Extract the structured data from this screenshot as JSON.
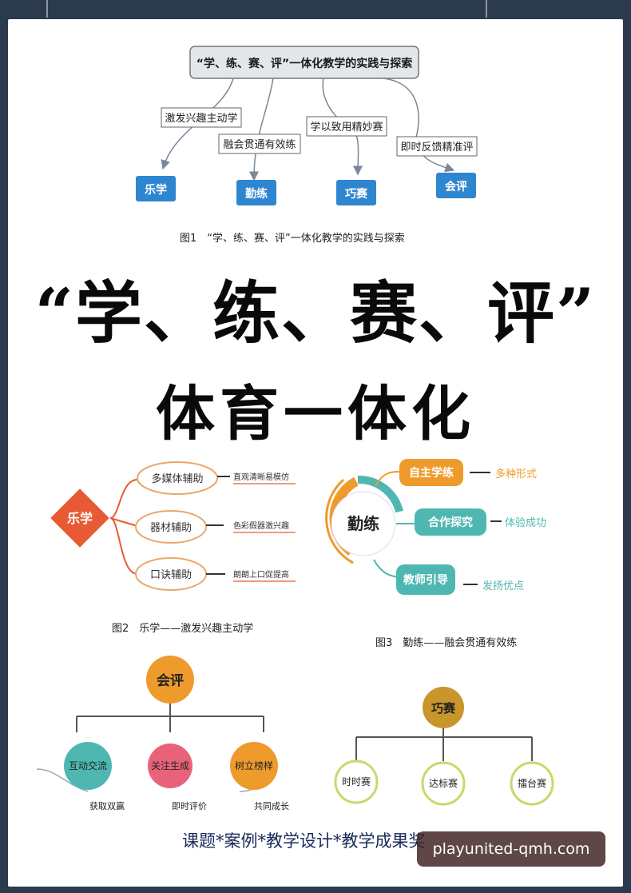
{
  "fig1": {
    "root": "“学、练、赛、评”一体化教学的实践与探索",
    "branches": [
      {
        "label": "激发兴趣主动学",
        "target": "乐学"
      },
      {
        "label": "融会贯通有效练",
        "target": "勤练"
      },
      {
        "label": "学以致用精妙赛",
        "target": "巧赛"
      },
      {
        "label": "即时反馈精准评",
        "target": "会评"
      }
    ],
    "caption": "图1　“学、练、赛、评”一体化教学的实践与探索"
  },
  "title": {
    "main": "“学、练、赛、评”",
    "sub": "体育一体化"
  },
  "fig2": {
    "center": "乐学",
    "items": [
      {
        "label": "多媒体辅助",
        "note": "直观清晰易模仿"
      },
      {
        "label": "器材辅助",
        "note": "色彩假器激兴趣"
      },
      {
        "label": "口诀辅助",
        "note": "朗朗上口促提高"
      }
    ],
    "caption": "图2　乐学——激发兴趣主动学"
  },
  "fig3": {
    "center": "勤练",
    "items": [
      {
        "label": "自主学练",
        "note": "多种形式"
      },
      {
        "label": "合作探究",
        "note": "体验成功"
      },
      {
        "label": "教师引导",
        "note": "发扬优点"
      }
    ],
    "caption": "图3　勤练——融会贯通有效练"
  },
  "fig4": {
    "center": "会评",
    "items": [
      {
        "label": "互动交流",
        "note": "获取双赢"
      },
      {
        "label": "关注生成",
        "note": "即时评价"
      },
      {
        "label": "树立榜样",
        "note": "共同成长"
      }
    ]
  },
  "fig5": {
    "center": "巧赛",
    "items": [
      "时时赛",
      "达标赛",
      "擂台赛"
    ]
  },
  "footer": "课题*案例*教学设计*教学成果奖",
  "watermark": "playunited-qmh.com",
  "colors": {
    "blue_box": "#2f86d0",
    "orange": "#ee9b2c",
    "red_orange": "#e85a34",
    "teal": "#4fb7b1",
    "pink": "#e8637a",
    "gold": "#c8962a"
  }
}
